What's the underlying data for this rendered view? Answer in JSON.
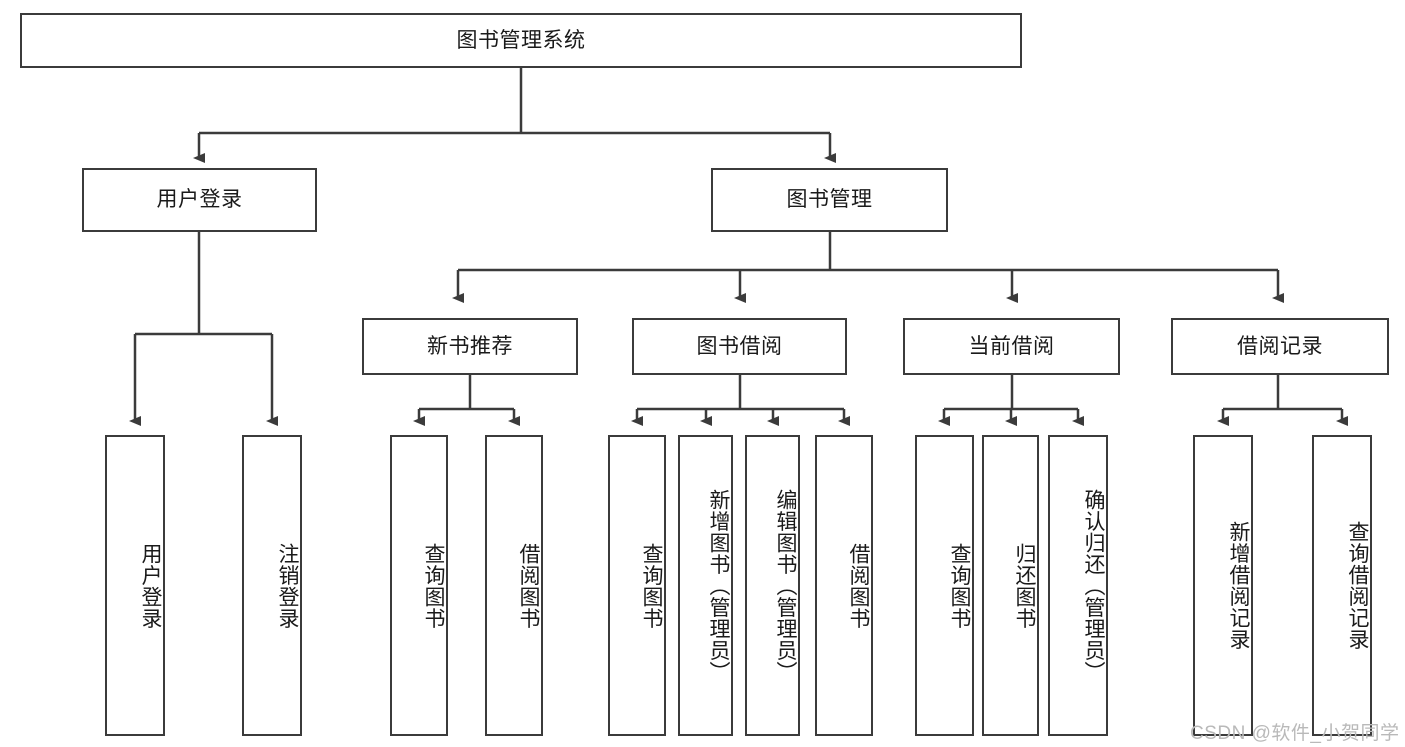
{
  "diagram": {
    "title": "图书管理系统",
    "type": "tree-hierarchy",
    "root": {
      "label": "图书管理系统"
    },
    "level1": [
      {
        "label": "用户登录"
      },
      {
        "label": "图书管理"
      }
    ],
    "level2": [
      {
        "label": "新书推荐",
        "parent": "图书管理"
      },
      {
        "label": "图书借阅",
        "parent": "图书管理"
      },
      {
        "label": "当前借阅",
        "parent": "图书管理"
      },
      {
        "label": "借阅记录",
        "parent": "图书管理"
      }
    ],
    "leaves": {
      "user_login": [
        {
          "label": "用户登录"
        },
        {
          "label": "注销登录"
        }
      ],
      "new_book_recommend": [
        {
          "label": "查询图书"
        },
        {
          "label": "借阅图书"
        }
      ],
      "book_borrow": [
        {
          "label": "查询图书"
        },
        {
          "label": "新增图书（管理员）"
        },
        {
          "label": "编辑图书（管理员）"
        },
        {
          "label": "借阅图书"
        }
      ],
      "current_borrow": [
        {
          "label": "查询图书"
        },
        {
          "label": "归还图书"
        },
        {
          "label": "确认归还（管理员）"
        }
      ],
      "borrow_record": [
        {
          "label": "新增借阅记录"
        },
        {
          "label": "查询借阅记录"
        }
      ]
    }
  },
  "watermark": {
    "text": "CSDN @软件_小贺同学"
  },
  "colors": {
    "stroke": "#3b3b3b",
    "background": "#ffffff",
    "text": "#1a1a1a",
    "watermark": "#b9b9b9"
  }
}
